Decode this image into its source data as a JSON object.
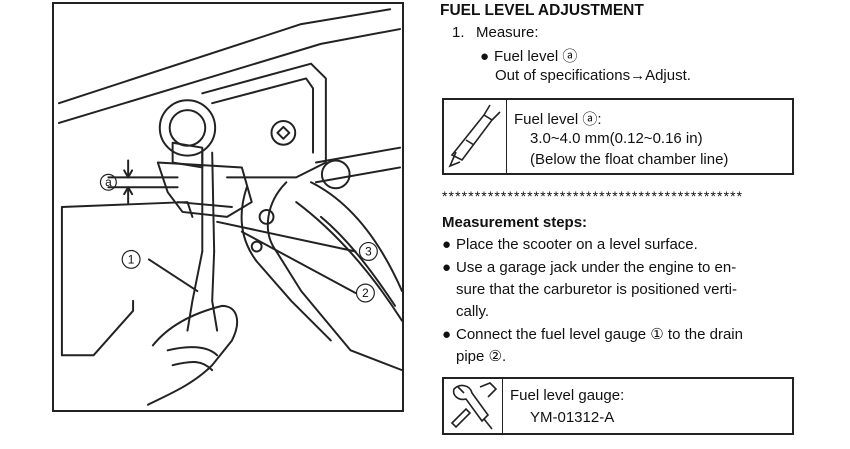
{
  "heading": "FUEL LEVEL ADJUSTMENT",
  "measure_step": {
    "number": "1.",
    "label": "Measure:",
    "item": "Fuel level ⓐ",
    "note": "Out of specifications→Adjust."
  },
  "spec_box": {
    "title": "Fuel level ⓐ:",
    "value": "3.0~4.0 mm(0.12~0.16 in)",
    "note": "(Below the float chamber line)",
    "icon": "caliper-icon"
  },
  "separator": "**********************************************",
  "measurement_steps": {
    "heading": "Measurement steps:",
    "bullets": [
      [
        "Place the scooter on a level surface."
      ],
      [
        "Use a garage jack under the engine to en-",
        "sure that the carburetor is positioned verti-",
        "cally."
      ],
      [
        "Connect the fuel level gauge ① to the drain",
        "pipe ②."
      ]
    ]
  },
  "tool_box": {
    "title": "Fuel level gauge:",
    "part_number": "YM-01312-A",
    "icon": "wrench-tool-icon"
  },
  "figure": {
    "labels": {
      "a": "a",
      "one": "1",
      "two": "2",
      "three": "3"
    }
  }
}
